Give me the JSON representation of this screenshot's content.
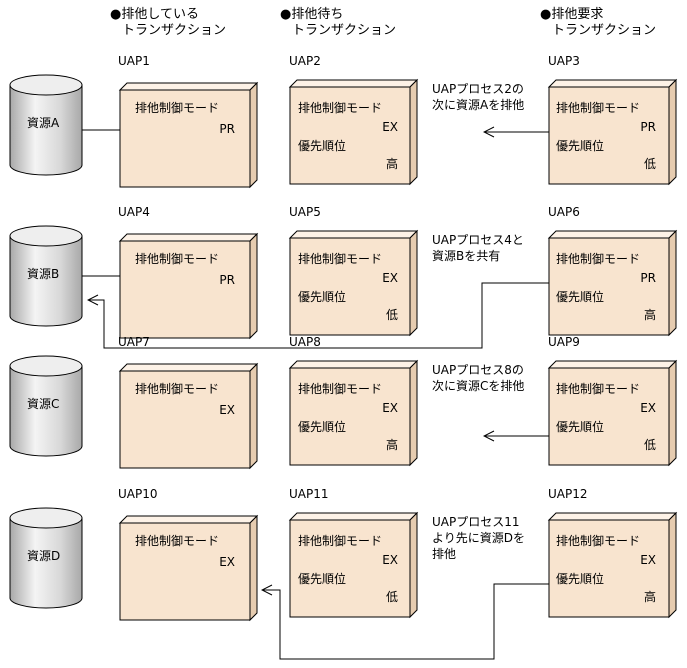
{
  "headers": {
    "holding": [
      "●排他している",
      "トランザクション"
    ],
    "waiting": [
      "●排他待ち",
      "トランザクション"
    ],
    "requesting": [
      "●排他要求",
      "トランザクション"
    ]
  },
  "resources": [
    "資源A",
    "資源B",
    "資源C",
    "資源D"
  ],
  "rows": [
    {
      "holding": {
        "name": "UAP1",
        "mode_label": "排他制御モード",
        "mode": "PR"
      },
      "waiting": {
        "name": "UAP2",
        "mode_label": "排他制御モード",
        "mode": "EX",
        "priority_label": "優先順位",
        "priority": "高"
      },
      "requesting": {
        "name": "UAP3",
        "mode_label": "排他制御モード",
        "mode": "PR",
        "priority_label": "優先順位",
        "priority": "低"
      },
      "note": [
        "UAPプロセス2の",
        "次に資源Aを排他"
      ]
    },
    {
      "holding": {
        "name": "UAP4",
        "mode_label": "排他制御モード",
        "mode": "PR"
      },
      "waiting": {
        "name": "UAP5",
        "mode_label": "排他制御モード",
        "mode": "EX",
        "priority_label": "優先順位",
        "priority": "低"
      },
      "requesting": {
        "name": "UAP6",
        "mode_label": "排他制御モード",
        "mode": "PR",
        "priority_label": "優先順位",
        "priority": "高"
      },
      "note": [
        "UAPプロセス4と",
        "資源Bを共有"
      ]
    },
    {
      "holding": {
        "name": "UAP7",
        "mode_label": "排他制御モード",
        "mode": "EX"
      },
      "waiting": {
        "name": "UAP8",
        "mode_label": "排他制御モード",
        "mode": "EX",
        "priority_label": "優先順位",
        "priority": "高"
      },
      "requesting": {
        "name": "UAP9",
        "mode_label": "排他制御モード",
        "mode": "EX",
        "priority_label": "優先順位",
        "priority": "低"
      },
      "note": [
        "UAPプロセス8の",
        "次に資源Cを排他"
      ]
    },
    {
      "holding": {
        "name": "UAP10",
        "mode_label": "排他制御モード",
        "mode": "EX"
      },
      "waiting": {
        "name": "UAP11",
        "mode_label": "排他制御モード",
        "mode": "EX",
        "priority_label": "優先順位",
        "priority": "低"
      },
      "requesting": {
        "name": "UAP12",
        "mode_label": "排他制御モード",
        "mode": "EX",
        "priority_label": "優先順位",
        "priority": "高"
      },
      "note": [
        "UAPプロセス11",
        "より先に資源Dを",
        "排他"
      ]
    }
  ],
  "colors": {
    "box_fill": "#f8e4cf",
    "box_top": "#fdf2e7",
    "box_side": "#e6ccb0",
    "cyl_light": "#f4f4f4",
    "cyl_dark": "#a8a8a8"
  }
}
